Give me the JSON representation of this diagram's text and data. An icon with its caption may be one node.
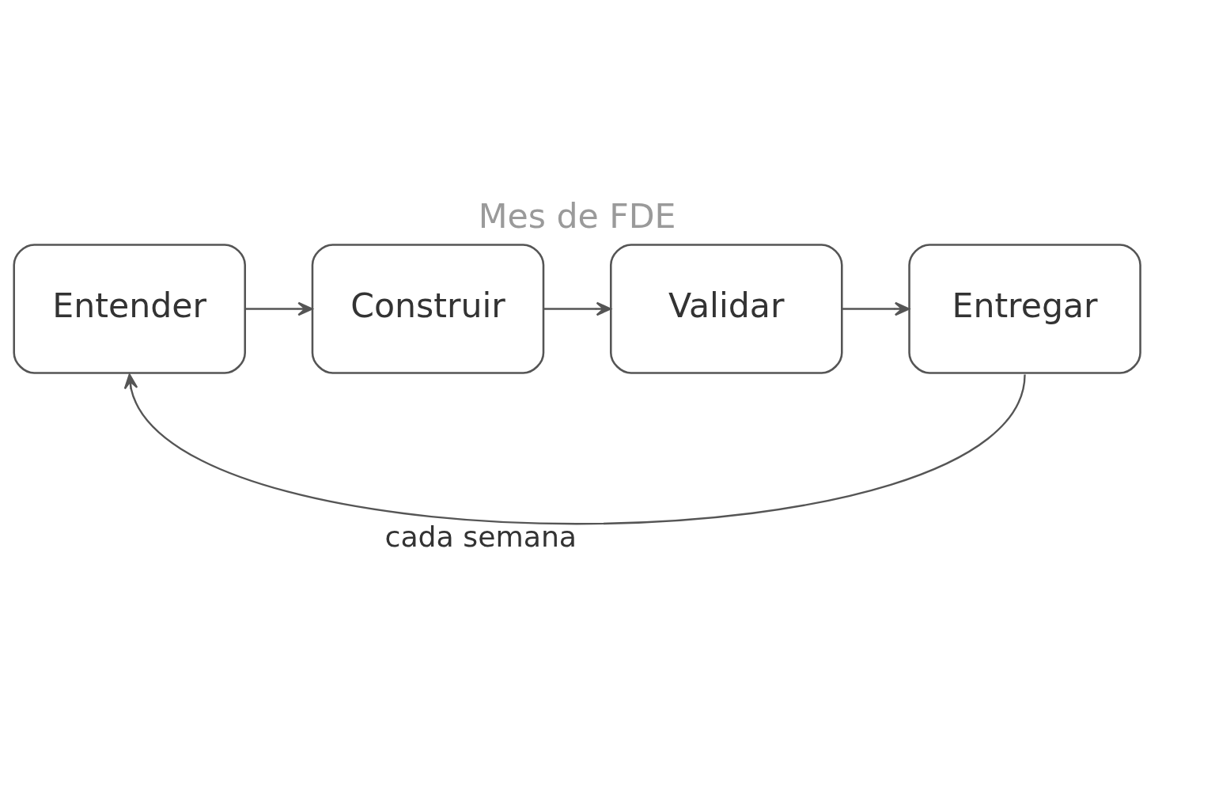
{
  "diagram": {
    "title": "Mes de FDE",
    "nodes": [
      {
        "text": [
          "Entender"
        ]
      },
      {
        "text": [
          "Construir"
        ]
      },
      {
        "text": [
          "Validar"
        ]
      },
      {
        "text": [
          "Entregar"
        ]
      }
    ],
    "edges": [
      {
        "from": 0,
        "to": 1,
        "arrow": "to"
      },
      {
        "from": 1,
        "to": 2,
        "arrow": "to"
      },
      {
        "from": 2,
        "to": 3,
        "arrow": "to"
      },
      {
        "from": 3,
        "to": 0,
        "arrow": "to",
        "label": "cada semana"
      }
    ]
  }
}
